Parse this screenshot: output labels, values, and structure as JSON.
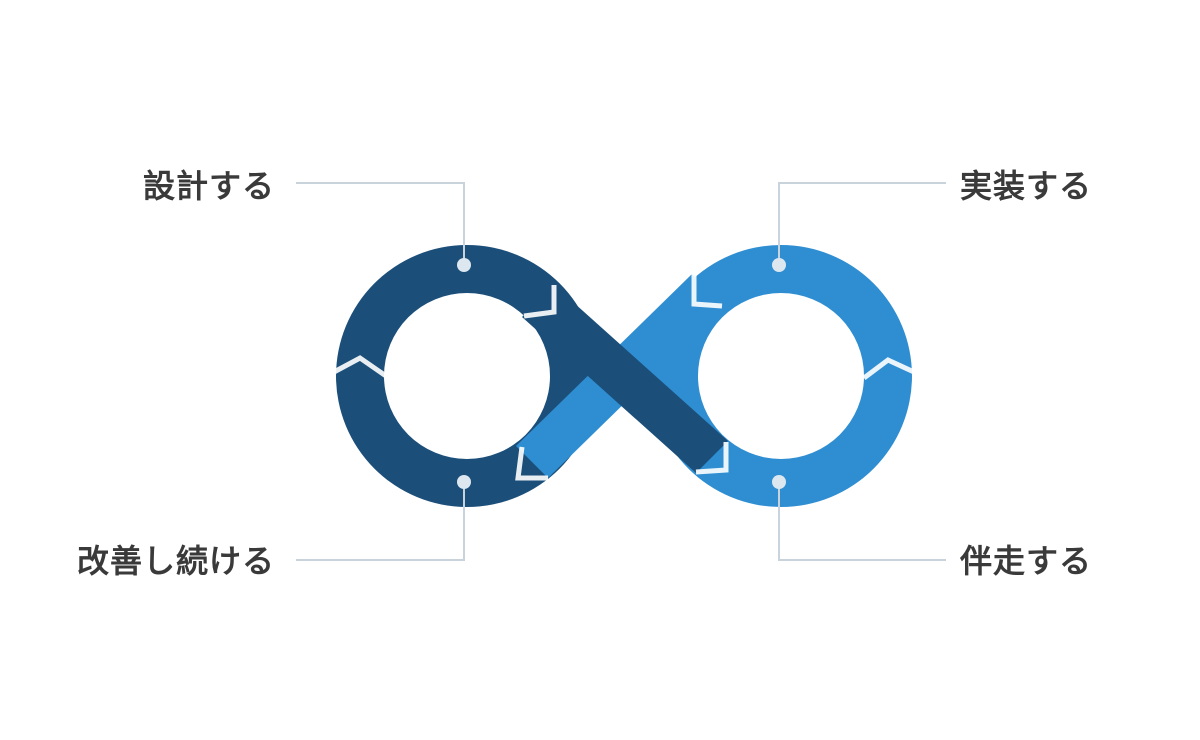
{
  "steps": {
    "design": {
      "label": "設計する"
    },
    "implement": {
      "label": "実装する"
    },
    "support": {
      "label": "伴走する"
    },
    "improve": {
      "label": "改善し続ける"
    }
  },
  "colors": {
    "dark_blue": "#1b4f7a",
    "light_blue": "#2f8ed2",
    "connector_line": "#c9d3dc",
    "dot_fill": "#dde7f0",
    "label_text": "#3a3a3a",
    "background": "#ffffff"
  }
}
